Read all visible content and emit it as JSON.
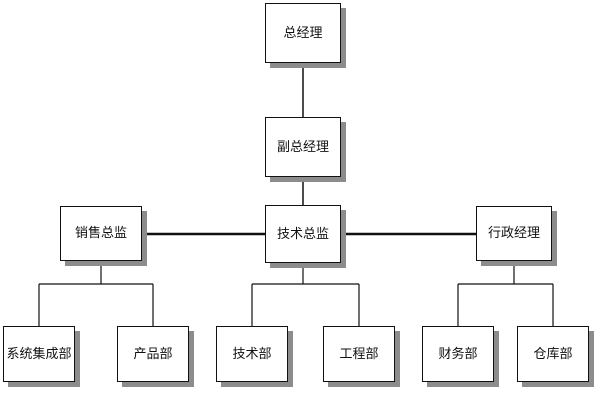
{
  "org_chart": {
    "nodes": {
      "general_manager": "总经理",
      "deputy_general_manager": "副总经理",
      "sales_director": "销售总监",
      "technical_director": "技术总监",
      "admin_manager": "行政经理",
      "system_integration": "系统集成部",
      "product": "产品部",
      "technical_department": "技术部",
      "engineering": "工程部",
      "finance": "财务部",
      "warehouse": "仓库部"
    }
  }
}
